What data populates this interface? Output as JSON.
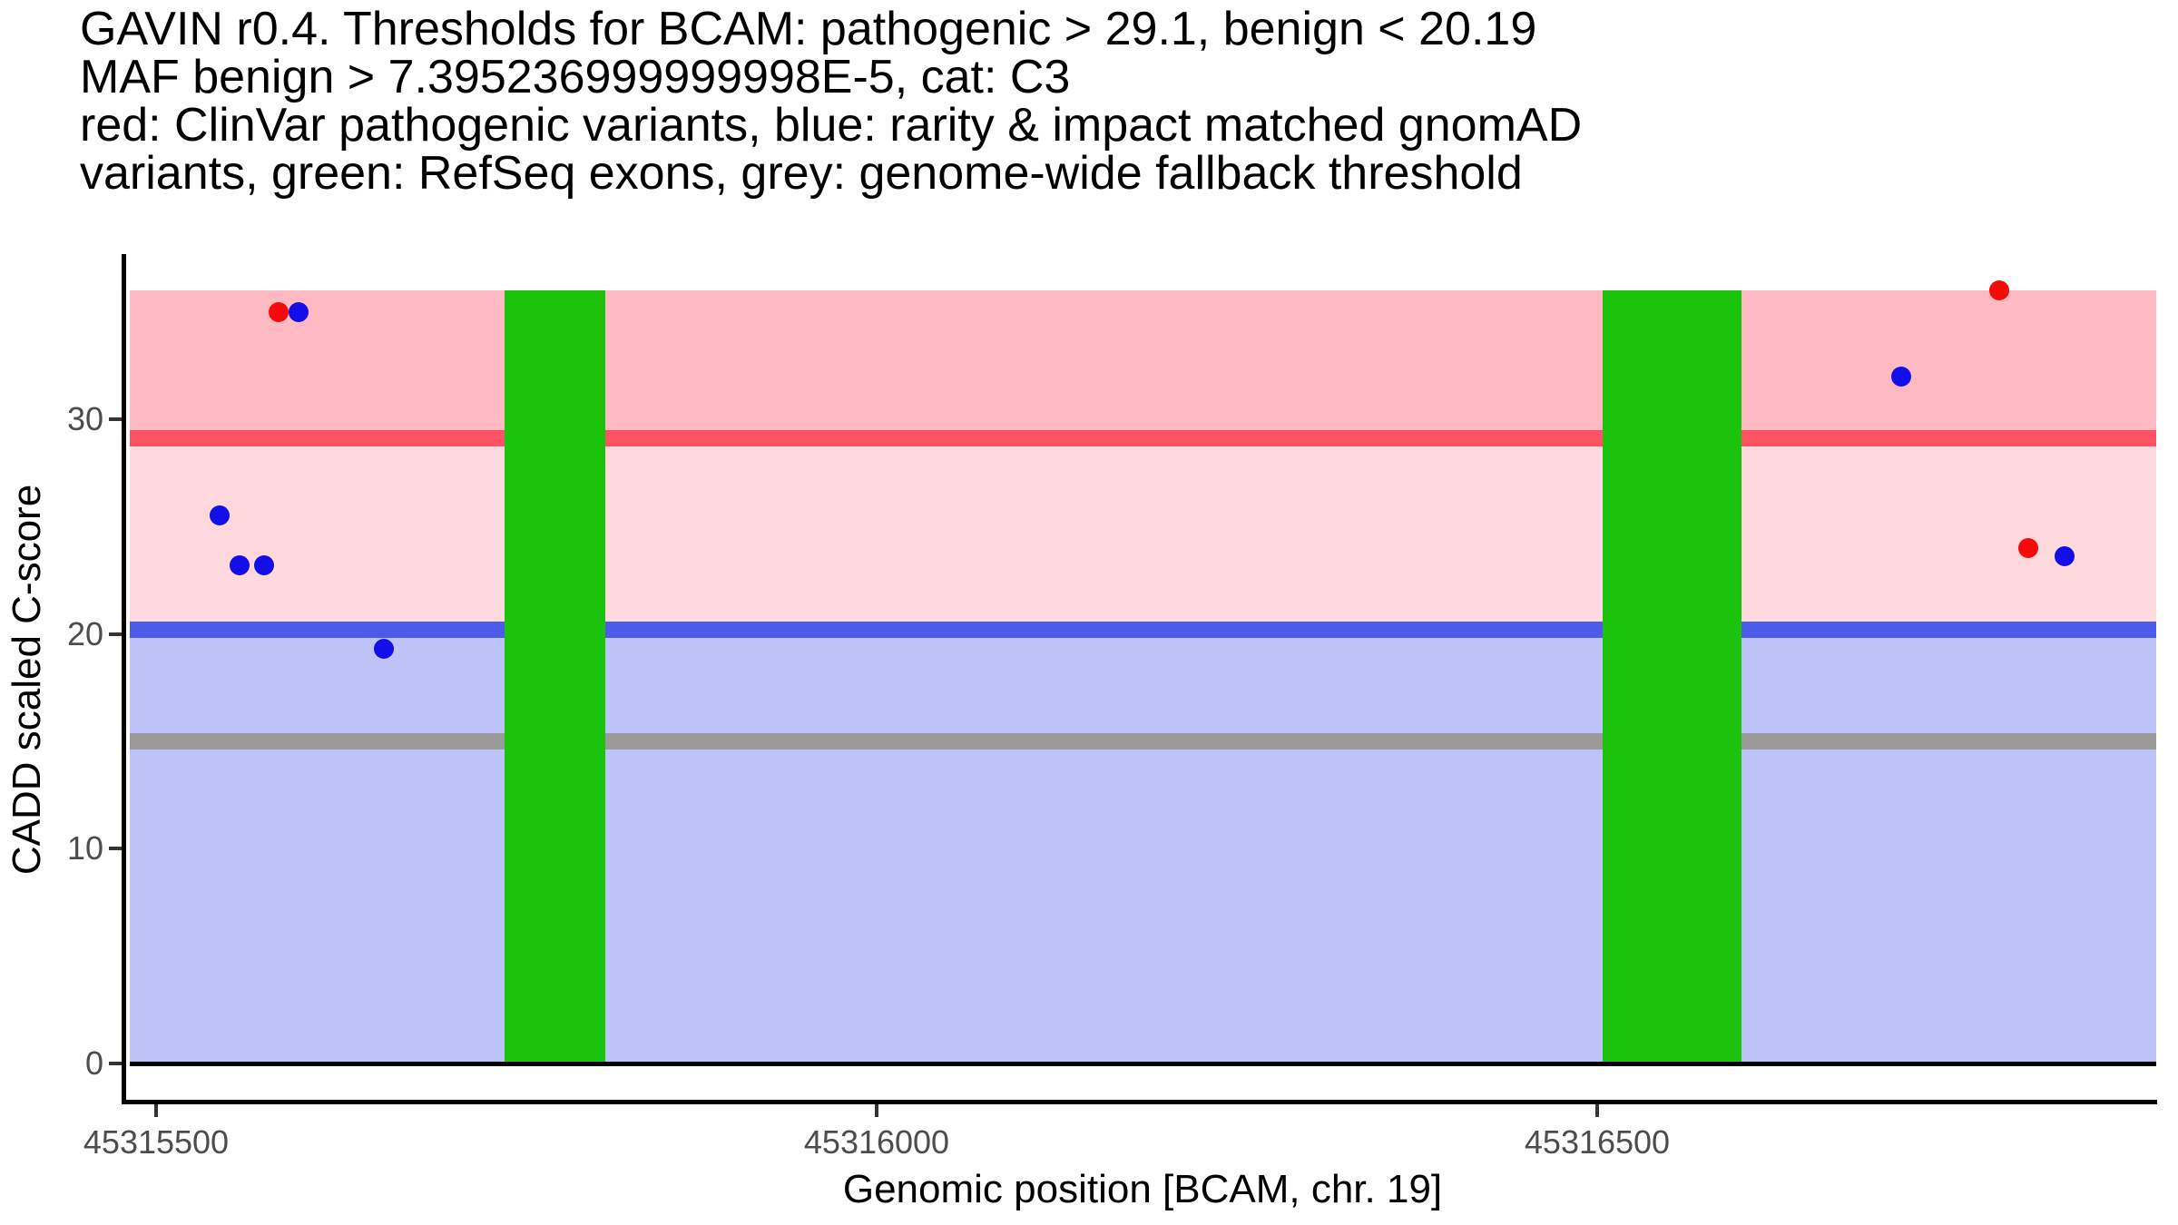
{
  "title_lines": [
    "GAVIN r0.4. Thresholds for BCAM: pathogenic > 29.1, benign < 20.19",
    "MAF benign > 7.395236999999998E-5, cat: C3",
    "red: ClinVar pathogenic variants, blue: rarity & impact matched gnomAD",
    "variants, green: RefSeq exons, grey: genome-wide fallback threshold"
  ],
  "axes": {
    "y_label": "CADD scaled C-score",
    "x_label": "Genomic position [BCAM, chr. 19]",
    "y_ticks": [
      0,
      10,
      20,
      30
    ],
    "x_ticks": [
      45315500,
      45316000,
      45316500
    ]
  },
  "chart_data": {
    "type": "scatter",
    "title": "GAVIN r0.4. Thresholds for BCAM: pathogenic > 29.1, benign < 20.19 MAF benign > 7.395236999999998E-5, cat: C3",
    "xlabel": "Genomic position [BCAM, chr. 19]",
    "ylabel": "CADD scaled C-score",
    "xlim": [
      45315480,
      45316903
    ],
    "ylim": [
      -1.9,
      37.6
    ],
    "x_ticks": [
      45315500,
      45316000,
      45316500
    ],
    "y_ticks": [
      0,
      10,
      20,
      30
    ],
    "gene": "BCAM",
    "chromosome": "19",
    "gavin_version": "r0.4",
    "category": "C3",
    "maf_benign": "7.395236999999998E-5",
    "thresholds": [
      {
        "name": "pathogenic",
        "value": 29.1,
        "color_key": "line_red"
      },
      {
        "name": "benign",
        "value": 20.19,
        "color_key": "line_blue"
      },
      {
        "name": "genome-wide-fallback",
        "value": 15,
        "color_key": "line_grey"
      }
    ],
    "zones": [
      {
        "name": "pathogenic-zone",
        "y_from": 29.1,
        "y_to": 36.0,
        "color_key": "zone_pathogenic"
      },
      {
        "name": "uncertain-zone",
        "y_from": 20.19,
        "y_to": 29.1,
        "color_key": "zone_uncertain"
      },
      {
        "name": "benign-zone",
        "y_from": 0,
        "y_to": 20.19,
        "color_key": "zone_benign"
      }
    ],
    "zone_x_range": [
      45315482,
      45316888
    ],
    "exons": [
      {
        "start": 45315742,
        "end": 45315812
      },
      {
        "start": 45316504,
        "end": 45316600
      }
    ],
    "series": [
      {
        "name": "ClinVar pathogenic variants",
        "key": "clinvar",
        "color_key": "dot_red"
      },
      {
        "name": "rarity & impact matched gnomAD variants",
        "key": "gnomad",
        "color_key": "dot_blue"
      }
    ],
    "points": [
      {
        "pos": 45315544,
        "cadd": 25.5,
        "series": "gnomad"
      },
      {
        "pos": 45315558,
        "cadd": 23.2,
        "series": "gnomad"
      },
      {
        "pos": 45315575,
        "cadd": 23.2,
        "series": "gnomad"
      },
      {
        "pos": 45315585,
        "cadd": 35.0,
        "series": "clinvar"
      },
      {
        "pos": 45315599,
        "cadd": 35.0,
        "series": "gnomad"
      },
      {
        "pos": 45315658,
        "cadd": 19.3,
        "series": "gnomad"
      },
      {
        "pos": 45316711,
        "cadd": 32.0,
        "series": "gnomad"
      },
      {
        "pos": 45316779,
        "cadd": 36.0,
        "series": "clinvar"
      },
      {
        "pos": 45316799,
        "cadd": 24.0,
        "series": "clinvar"
      },
      {
        "pos": 45316824,
        "cadd": 23.6,
        "series": "gnomad"
      }
    ]
  },
  "colors": {
    "zone_pathogenic": "#ffb9c0",
    "zone_uncertain": "#ffd9de",
    "zone_benign": "#bec3f7",
    "line_red": "#fb5364",
    "line_blue": "#4c5ce9",
    "line_grey": "#9a9a9a",
    "exon_green": "#1cc30c",
    "dot_red": "#f50a0a",
    "dot_blue": "#120fe8",
    "zero_line": "#000000",
    "axis_text": "#4d4d4d",
    "tick_mark": "#333333"
  }
}
